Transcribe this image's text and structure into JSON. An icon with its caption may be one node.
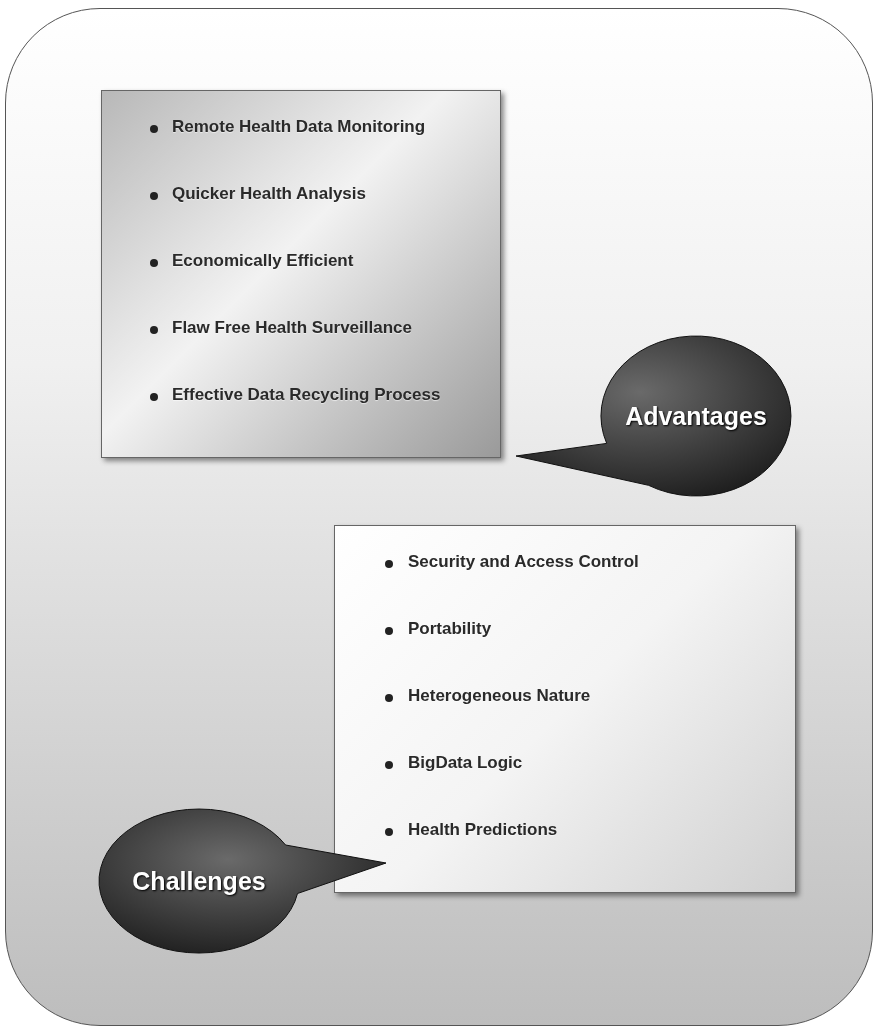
{
  "diagram": {
    "nodes": [
      {
        "text": [],
        "shape": "box"
      },
      {
        "text": [
          "Remote Health Data Monitoring",
          "Quicker Health Analysis",
          "Economically Efficient",
          "Flaw Free Health Surveillance",
          "Effective Data Recycling Process"
        ],
        "in": 0
      },
      {
        "text": [
          "Advantages"
        ],
        "in": 0
      },
      {
        "text": [
          "Security and Access Control",
          "Portability",
          "Heterogeneous Nature",
          "BigData Logic",
          "Health Predictions"
        ],
        "in": 0
      },
      {
        "text": [
          "Challenges"
        ],
        "in": 0
      }
    ]
  }
}
